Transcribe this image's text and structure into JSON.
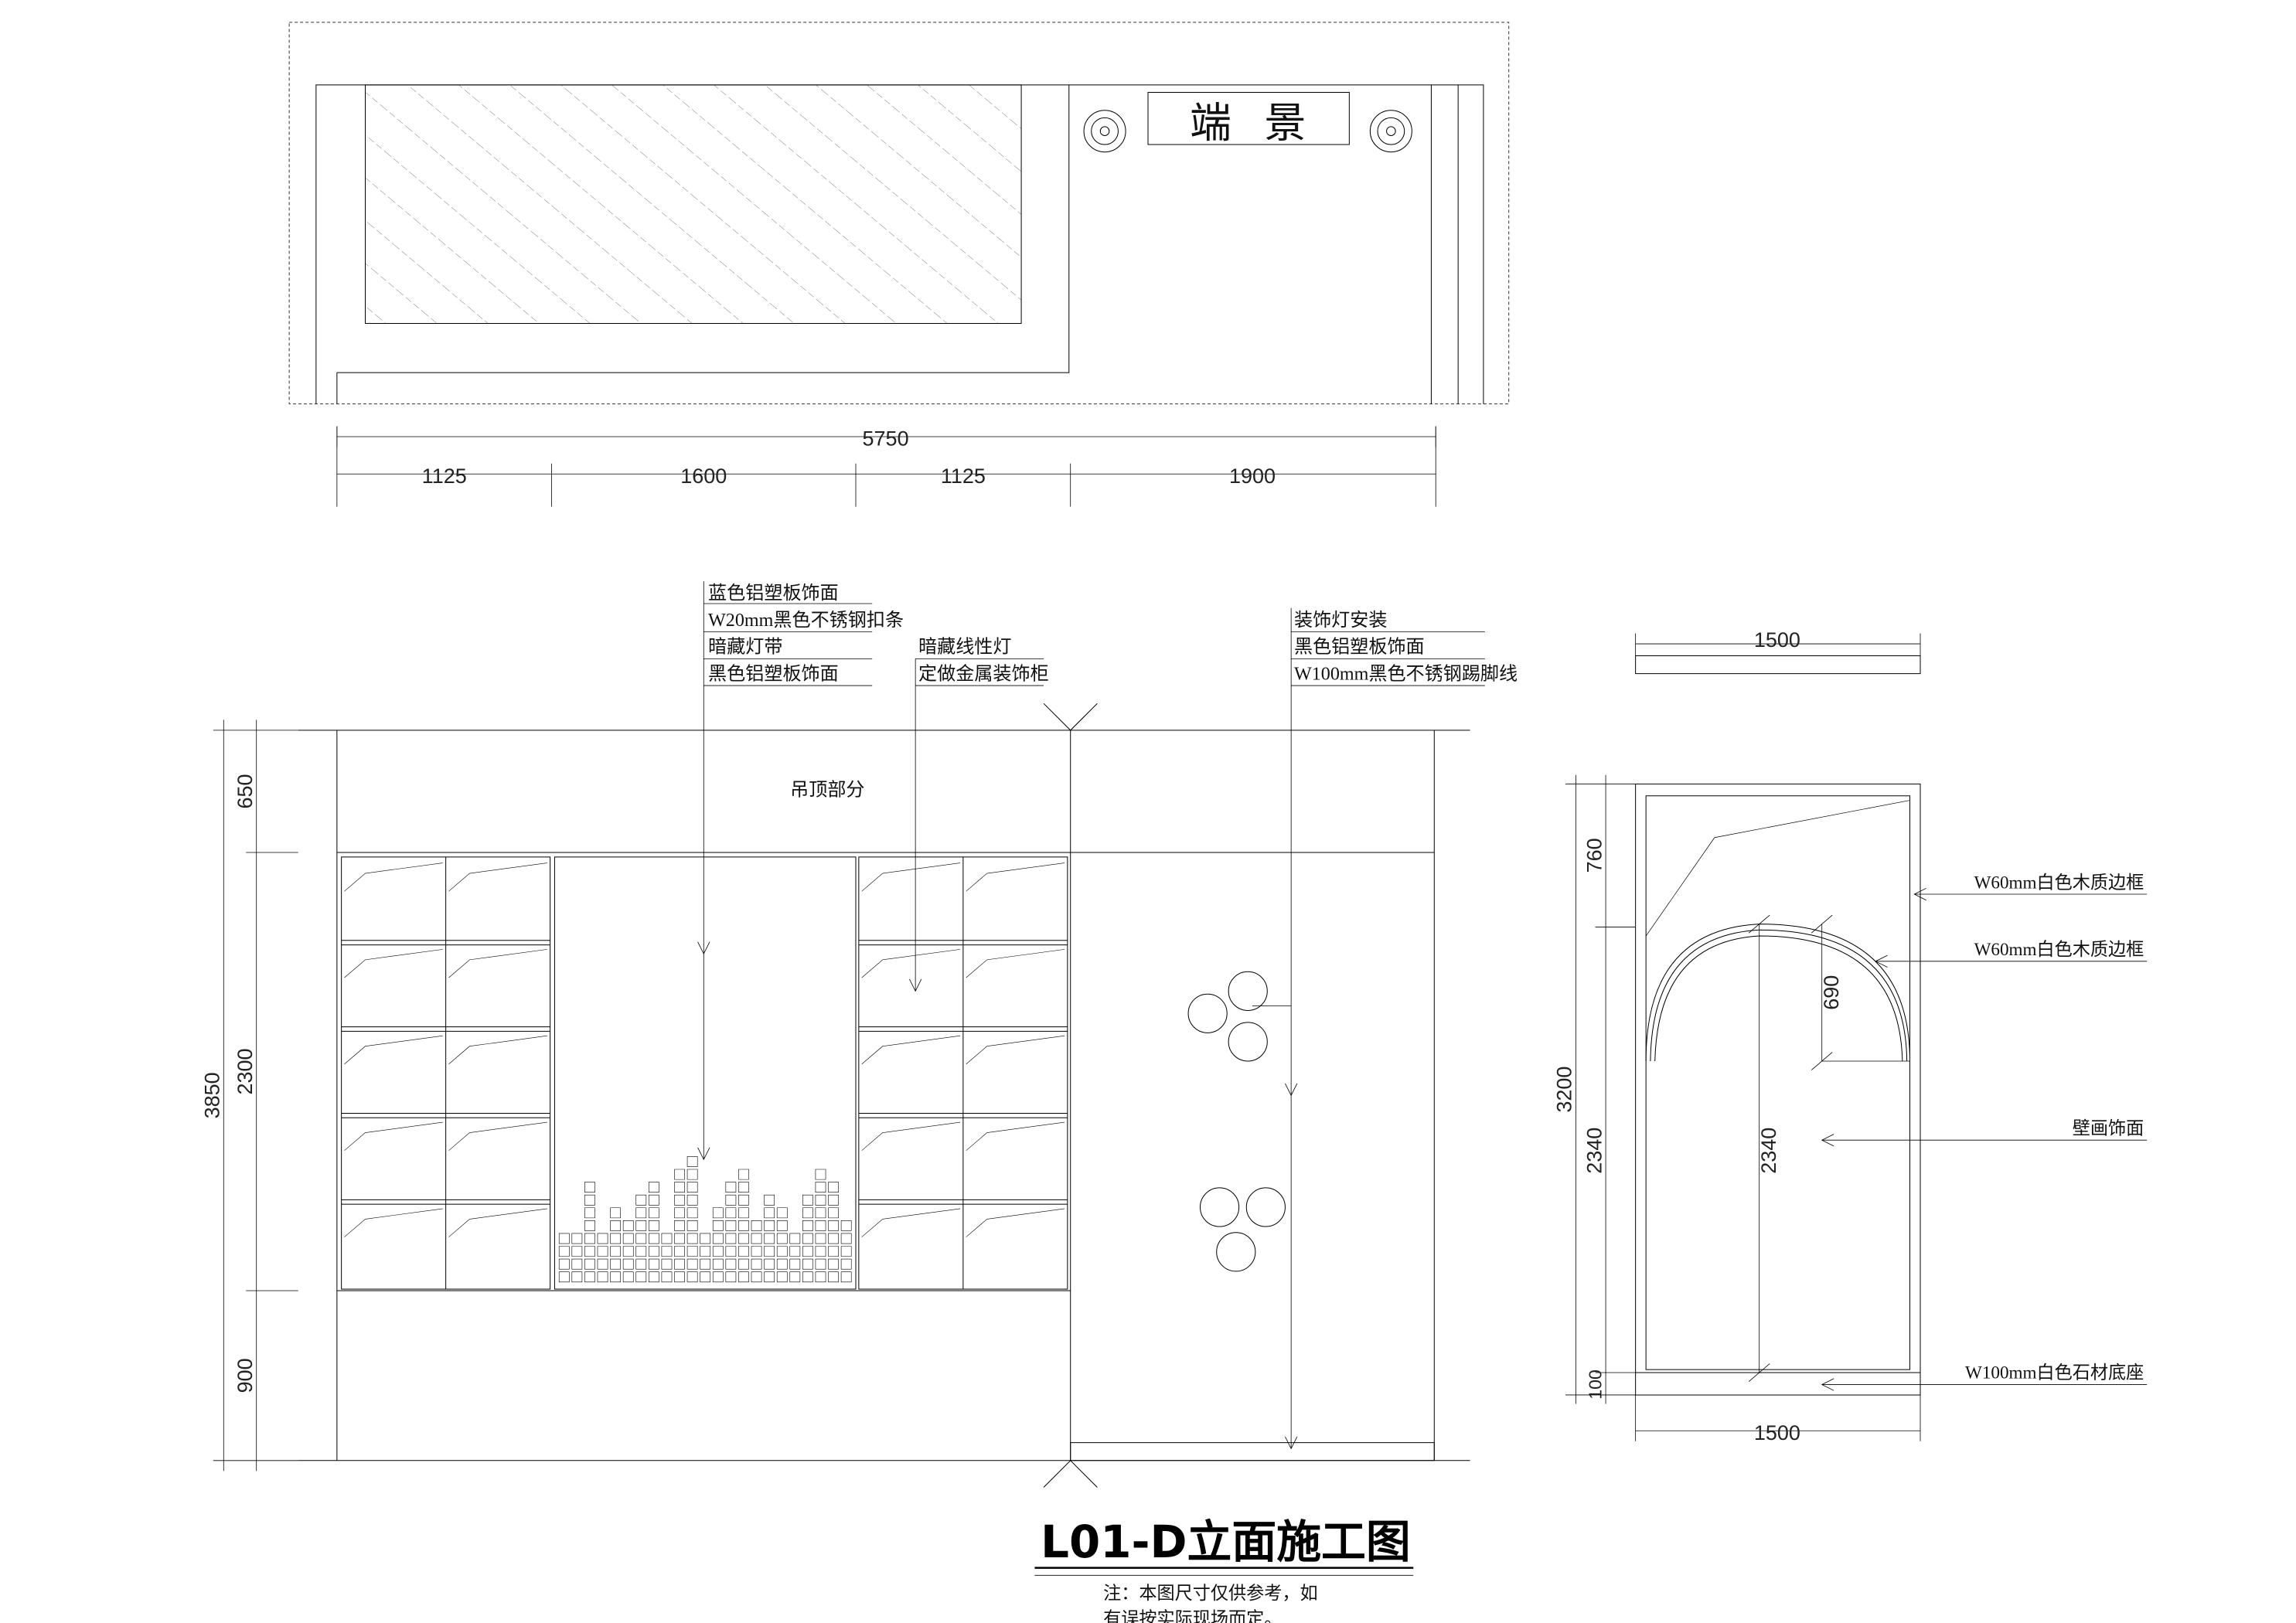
{
  "plan": {
    "sign_char_1": "端",
    "sign_char_2": "景",
    "dim_total": "5750",
    "dims": [
      "1125",
      "1600",
      "1125",
      "1900"
    ]
  },
  "elevation": {
    "callouts_a": [
      "蓝色铝塑板饰面",
      "W20mm黑色不锈钢扣条",
      "暗藏灯带",
      "黑色铝塑板饰面"
    ],
    "callouts_b": [
      "暗藏线性灯",
      "定做金属装饰柜"
    ],
    "callouts_c": [
      "装饰灯安装",
      "黑色铝塑板饰面",
      "W100mm黑色不锈钢踢脚线"
    ],
    "ceiling_label": "吊顶部分",
    "dim_overall": "3850",
    "dims_left": [
      "650",
      "2300",
      "900"
    ]
  },
  "side": {
    "dim_top": "1500",
    "dim_bottom": "1500",
    "dim_overall": "3200",
    "dims_left": [
      "760",
      "2340",
      "100"
    ],
    "dim_arch": "690",
    "dim_inner": "2340",
    "labels": [
      "W60mm白色木质边框",
      "W60mm白色木质边框",
      "壁画饰面",
      "W100mm白色石材底座"
    ]
  },
  "title": {
    "main": "L01-D立面施工图",
    "note_line1": "注：本图尺寸仅供参考，如",
    "note_line2": "有误按实际现场而定。"
  }
}
